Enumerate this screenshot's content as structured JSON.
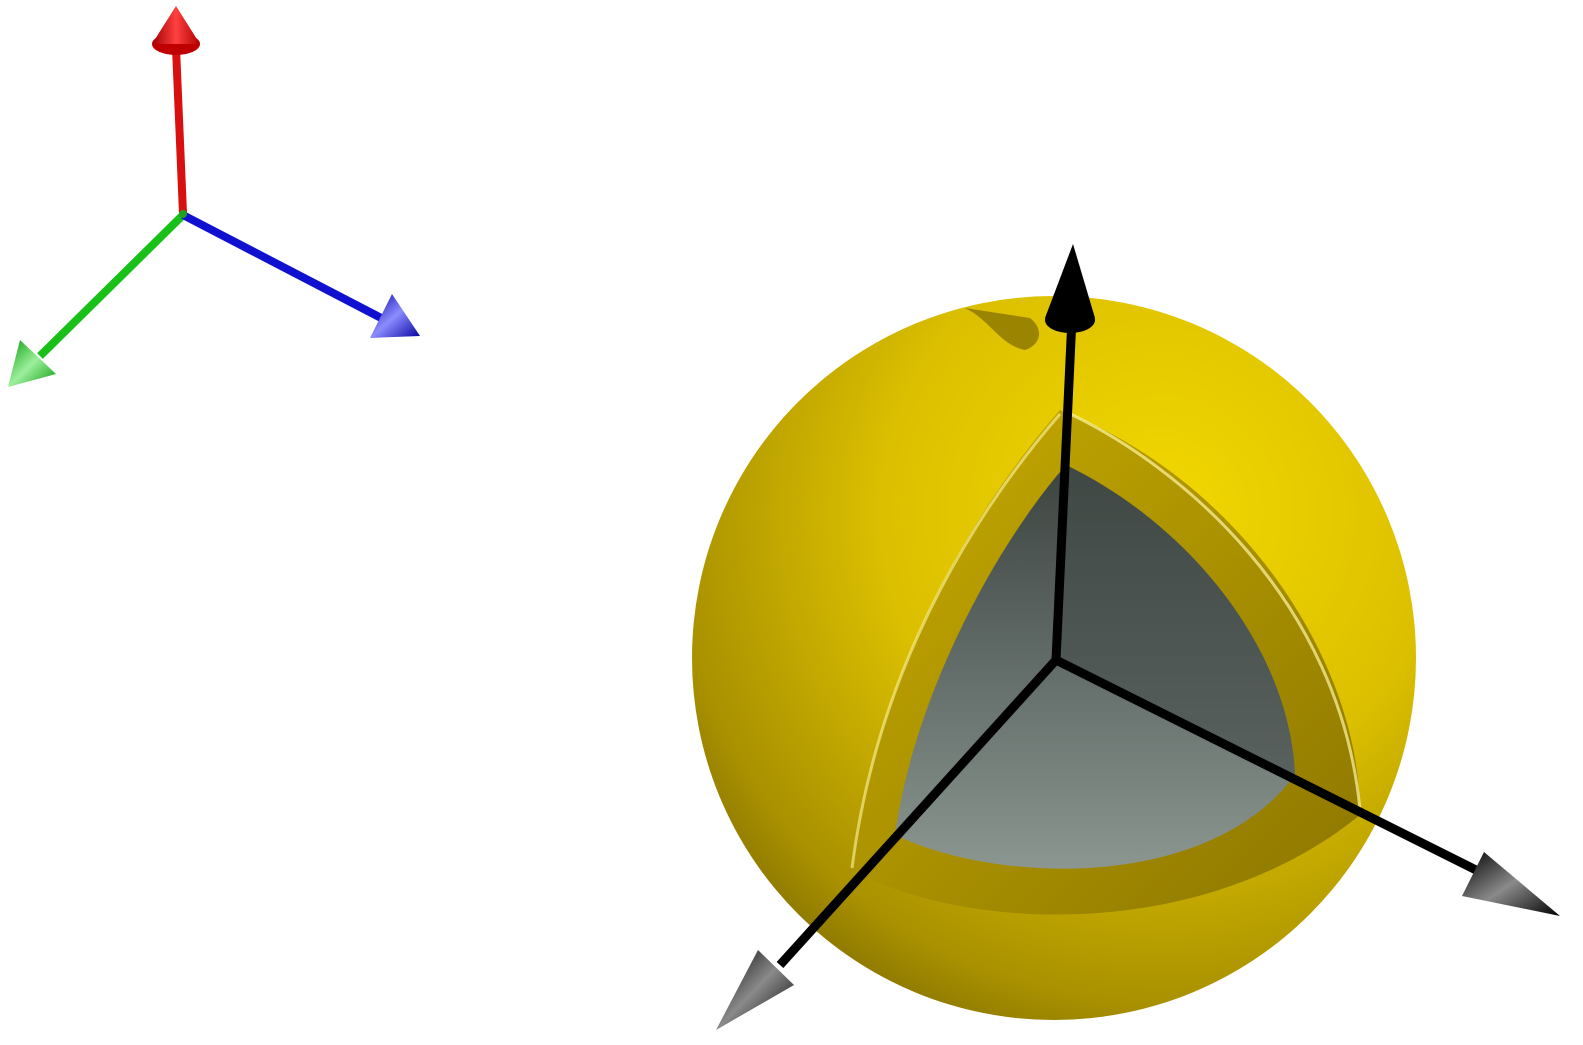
{
  "colors": {
    "background": "#ffffff",
    "axis_red": "#e01010",
    "axis_green": "#18c018",
    "axis_blue": "#1010d0",
    "sphere_yellow": "#e6c800",
    "sphere_shadow": "#8a7400",
    "cutaway_interior": "#5a625f",
    "black_axes": "#000000"
  },
  "objects": {
    "orientation_triad": "colored-axis-triad",
    "main_object": "yellow-sphere-with-octant-cutaway",
    "main_axes": "black-axis-triad"
  }
}
